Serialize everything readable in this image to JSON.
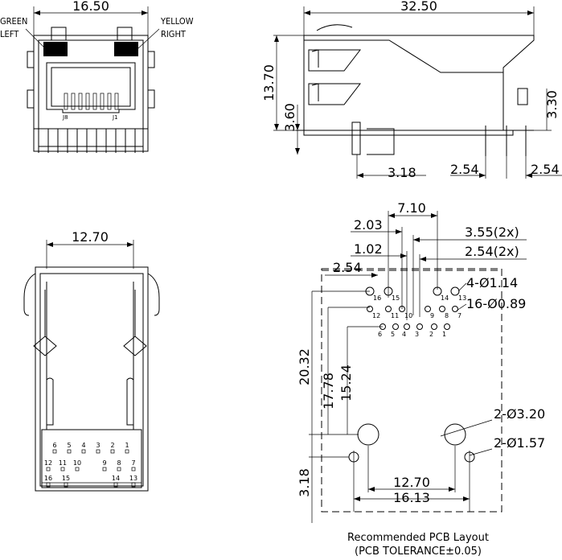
{
  "front_view": {
    "width_dim": "16.50",
    "led_left_line1": "GREEN",
    "led_left_line2": "LEFT",
    "led_right_line1": "YELLOW",
    "led_right_line2": "RIGHT",
    "port_left_label": "J8",
    "port_right_label": "J1"
  },
  "side_view": {
    "length_dim": "32.50",
    "height_dim": "13.70",
    "standoff_dim": "3.60",
    "pin_offset_dim": "3.30",
    "peg_pitch_dim": "3.18",
    "pin_pitch_left": "2.54",
    "pin_pitch_right": "2.54"
  },
  "top_view": {
    "width_dim": "12.70",
    "port_pins_row1": [
      "6",
      "5",
      "4",
      "3",
      "2",
      "1"
    ],
    "port_pins_row2": [
      "12",
      "11",
      "10",
      "9",
      "8",
      "7"
    ],
    "port_pins_row3_left": [
      "16",
      "15"
    ],
    "port_pins_row3_right": [
      "14",
      "13"
    ]
  },
  "pcb_layout": {
    "dim_7_10": "7.10",
    "dim_2_03": "2.03",
    "dim_3_55": "3.55(2x)",
    "dim_1_02": "1.02",
    "dim_2_54_2x": "2.54(2x)",
    "dim_2_54": "2.54",
    "dim_20_32": "20.32",
    "dim_17_78": "17.78",
    "dim_15_24": "15.24",
    "dim_3_18": "3.18",
    "dim_12_70": "12.70",
    "dim_16_13": "16.13",
    "hole_note_1": "4-Ø1.14",
    "hole_note_2": "16-Ø0.89",
    "hole_note_3": "2-Ø3.20",
    "hole_note_4": "2-Ø1.57",
    "pins_row_top": [
      "16",
      "15",
      "14",
      "13"
    ],
    "pins_row_mid": [
      "12",
      "11",
      "10",
      "9",
      "8",
      "7"
    ],
    "pins_row_bot": [
      "6",
      "5",
      "4",
      "3",
      "2",
      "1"
    ]
  },
  "caption": {
    "line1": "Recommended PCB Layout",
    "line2": "(PCB TOLERANCE±0.05)"
  }
}
